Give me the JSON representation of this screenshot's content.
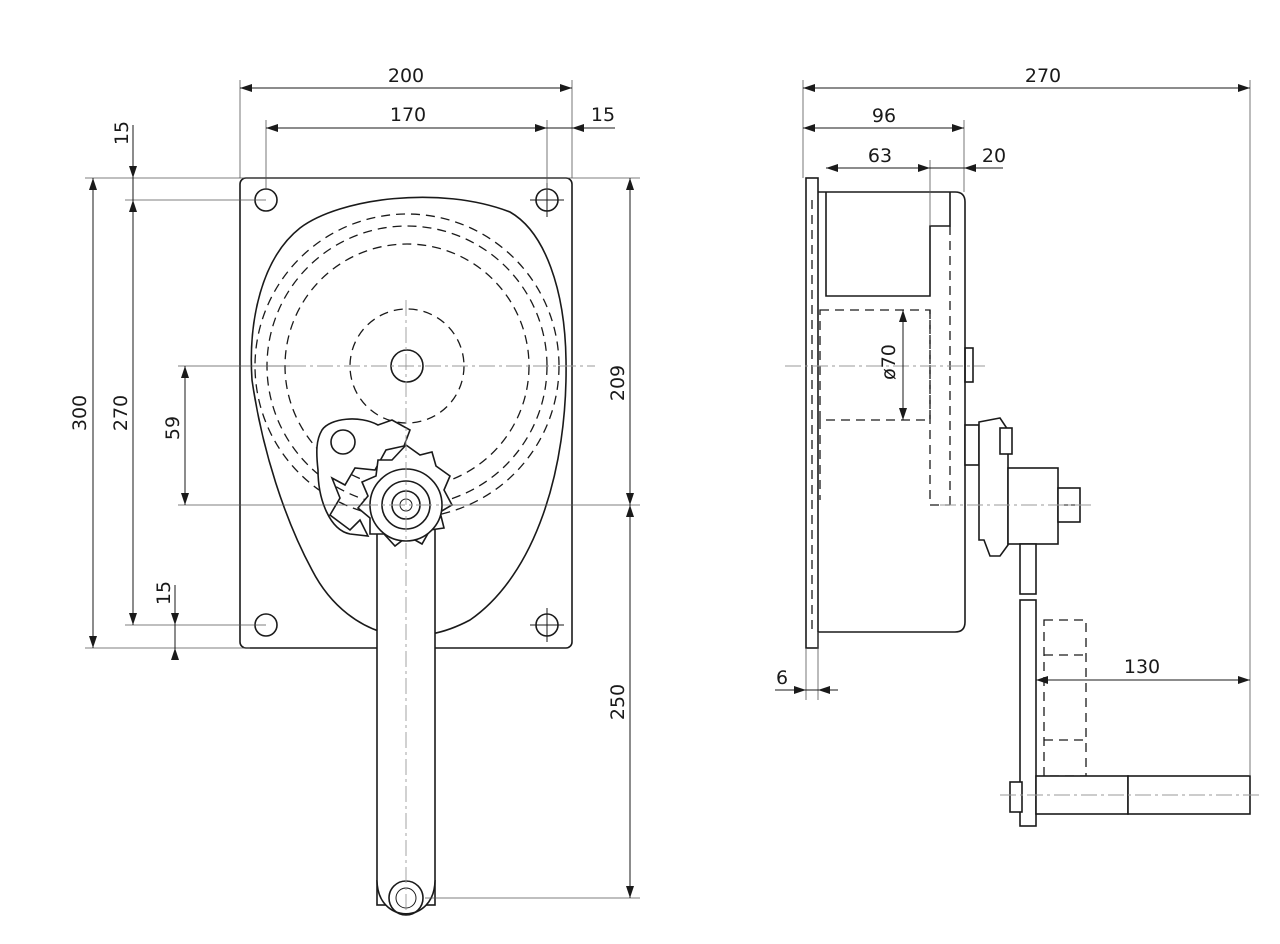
{
  "front_view": {
    "dims": {
      "plate_width": "200",
      "hole_spacing_width": "170",
      "hole_edge_right": "15",
      "hole_edge_top": "15",
      "plate_height": "300",
      "hole_spacing_height": "270",
      "axis_offset": "59",
      "axis_to_top": "209",
      "crank_length": "250",
      "hole_edge_bottom": "15"
    }
  },
  "side_view": {
    "dims": {
      "total_depth": "270",
      "housing_depth": "96",
      "drum_depth": "63",
      "gap": "20",
      "drum_diameter": "ø70",
      "handle_length": "130",
      "plate_thickness": "6"
    }
  }
}
